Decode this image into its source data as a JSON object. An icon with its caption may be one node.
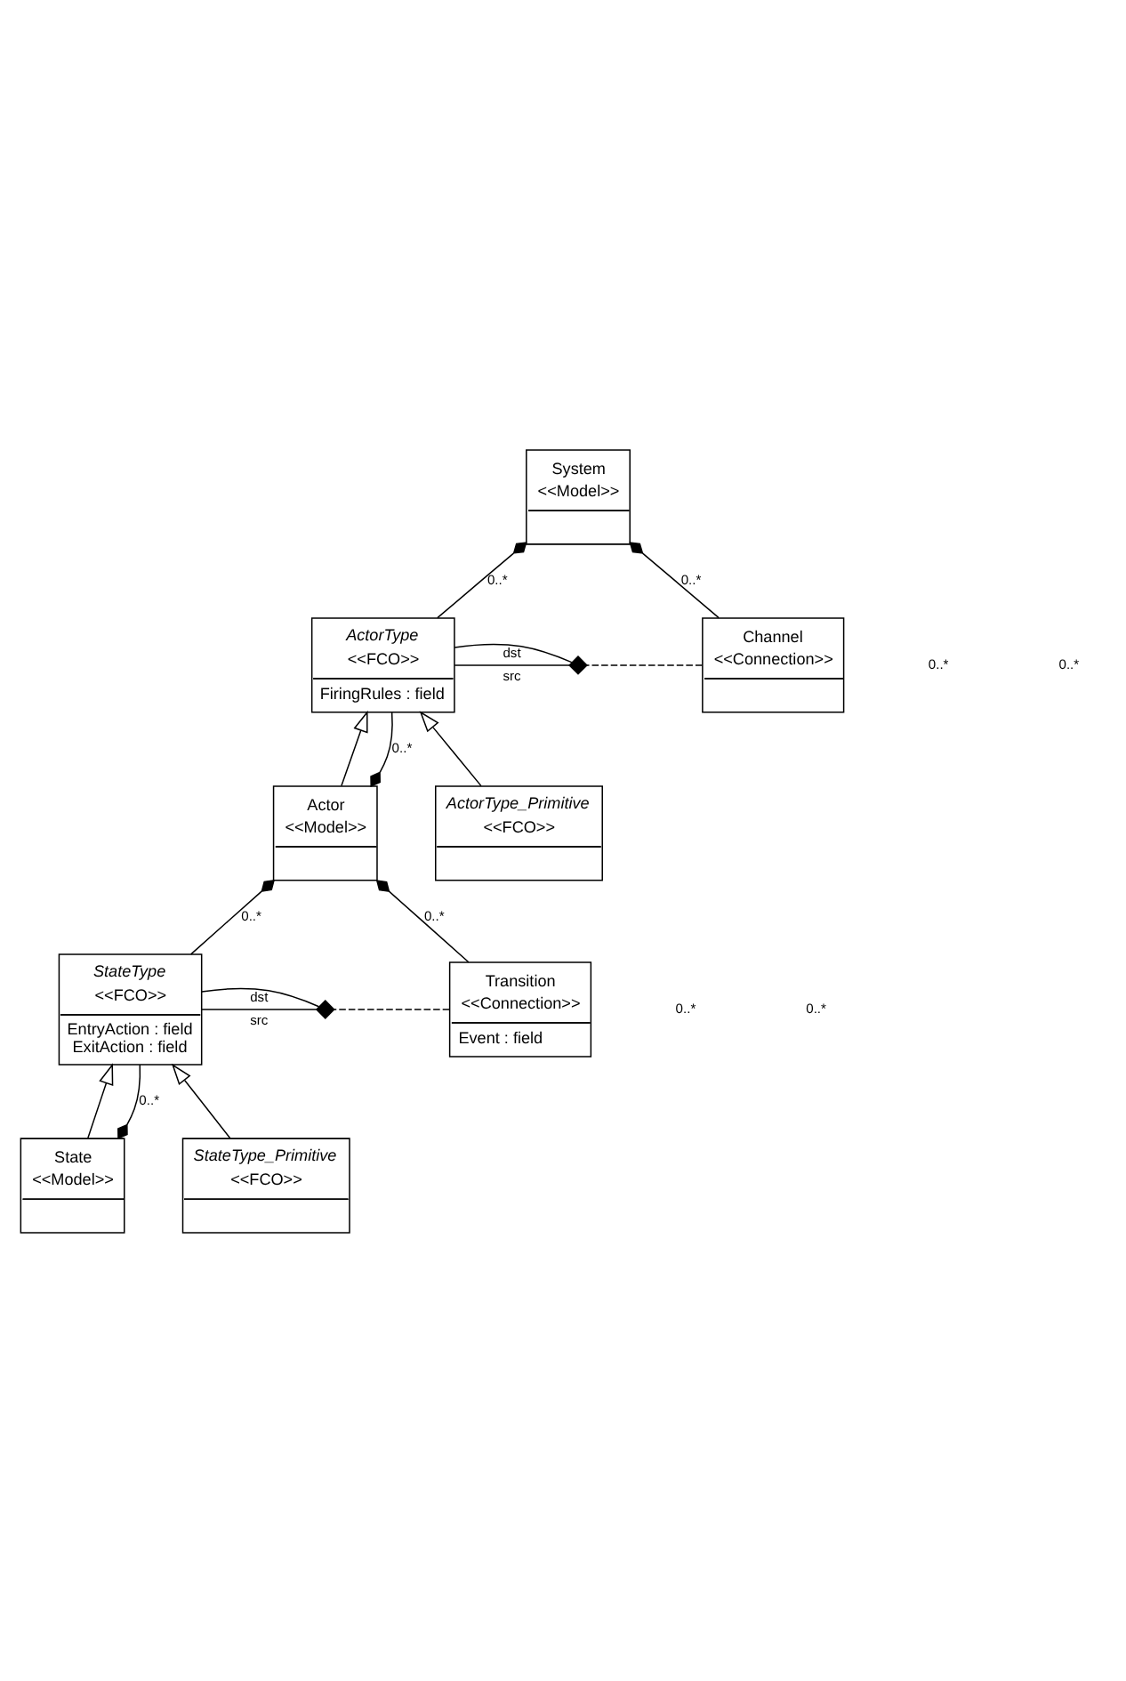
{
  "diagram": {
    "nodes": [
      {
        "text": [
          "System",
          "<<Model>>"
        ]
      },
      {
        "text": [
          "ActorType",
          "<<FCO>>",
          "FiringRules : field"
        ]
      },
      {
        "text": [],
        "shape": "diamond"
      },
      {
        "text": [
          "Channel",
          "<<Connection>>"
        ]
      },
      {
        "text": [
          "Actor",
          "<<Model>>"
        ]
      },
      {
        "text": [
          "ActorType_Primitive",
          "<<FCO>>"
        ]
      },
      {
        "text": [
          "StateType",
          "<<FCO>>",
          "EntryAction : field",
          "ExitAction : field"
        ]
      },
      {
        "text": [],
        "shape": "diamond"
      },
      {
        "text": [
          "Transition",
          "<<Connection>>",
          "Event : field"
        ]
      },
      {
        "text": [
          "State",
          "<<Model>>"
        ]
      },
      {
        "text": [
          "StateType_Primitive",
          "<<FCO>>"
        ]
      }
    ],
    "edges": [
      {
        "from": 1,
        "to": 0,
        "arrow": "other",
        "label": "0..*"
      },
      {
        "from": 3,
        "to": 0,
        "arrow": "other",
        "label": "0..*"
      },
      {
        "from": 1,
        "to": 2,
        "arrow": "none",
        "label": "src"
      },
      {
        "from": 2,
        "to": 1,
        "arrow": "none",
        "label": "dst"
      },
      {
        "from": 3,
        "to": 2,
        "arrow": "none",
        "style": "dashed"
      },
      {
        "from": 4,
        "to": 1,
        "arrow": "to"
      },
      {
        "from": 5,
        "to": 1,
        "arrow": "to"
      },
      {
        "from": 1,
        "to": 4,
        "arrow": "other",
        "label": "0..*"
      },
      {
        "from": 6,
        "to": 4,
        "arrow": "other",
        "label": "0..*"
      },
      {
        "from": 8,
        "to": 4,
        "arrow": "other",
        "label": "0..*"
      },
      {
        "from": 6,
        "to": 7,
        "arrow": "none",
        "label": "src"
      },
      {
        "from": 7,
        "to": 6,
        "arrow": "none",
        "label": "dst"
      },
      {
        "from": 8,
        "to": 7,
        "arrow": "none",
        "style": "dashed"
      },
      {
        "from": 9,
        "to": 6,
        "arrow": "to"
      },
      {
        "from": 10,
        "to": 6,
        "arrow": "to"
      },
      {
        "from": 6,
        "to": 9,
        "arrow": "other",
        "label": "0..*"
      }
    ],
    "labels": [
      "0..*",
      "0..*",
      "0..*",
      "0..*"
    ]
  }
}
